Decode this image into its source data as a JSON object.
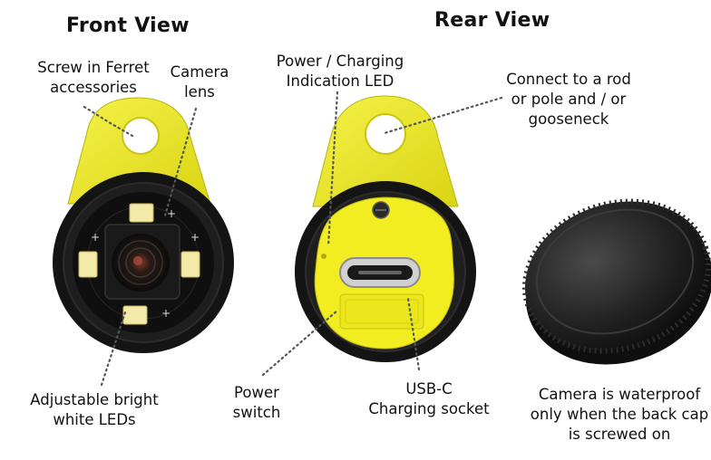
{
  "titles": {
    "front": "Front View",
    "rear": "Rear View"
  },
  "labels": {
    "screw_line1": "Screw in Ferret",
    "screw_line2": "accessories",
    "camera_line1": "Camera",
    "camera_line2": "lens",
    "led_line1": "Adjustable bright",
    "led_line2": "white LEDs",
    "power_led_line1": "Power / Charging",
    "power_led_line2": "Indication LED",
    "connect_line1": "Connect to a rod",
    "connect_line2": "or pole and / or",
    "connect_line3": "gooseneck",
    "switch_line1": "Power",
    "switch_line2": "switch",
    "usbc_line1": "USB-C",
    "usbc_line2": "Charging socket",
    "waterproof_line1": "Camera is waterproof",
    "waterproof_line2": "only when the back cap",
    "waterproof_line3": "is screwed on"
  },
  "colors": {
    "housing_yellow": "#f2ee1e",
    "body_black": "#141414",
    "leader_dots": "#555555"
  }
}
